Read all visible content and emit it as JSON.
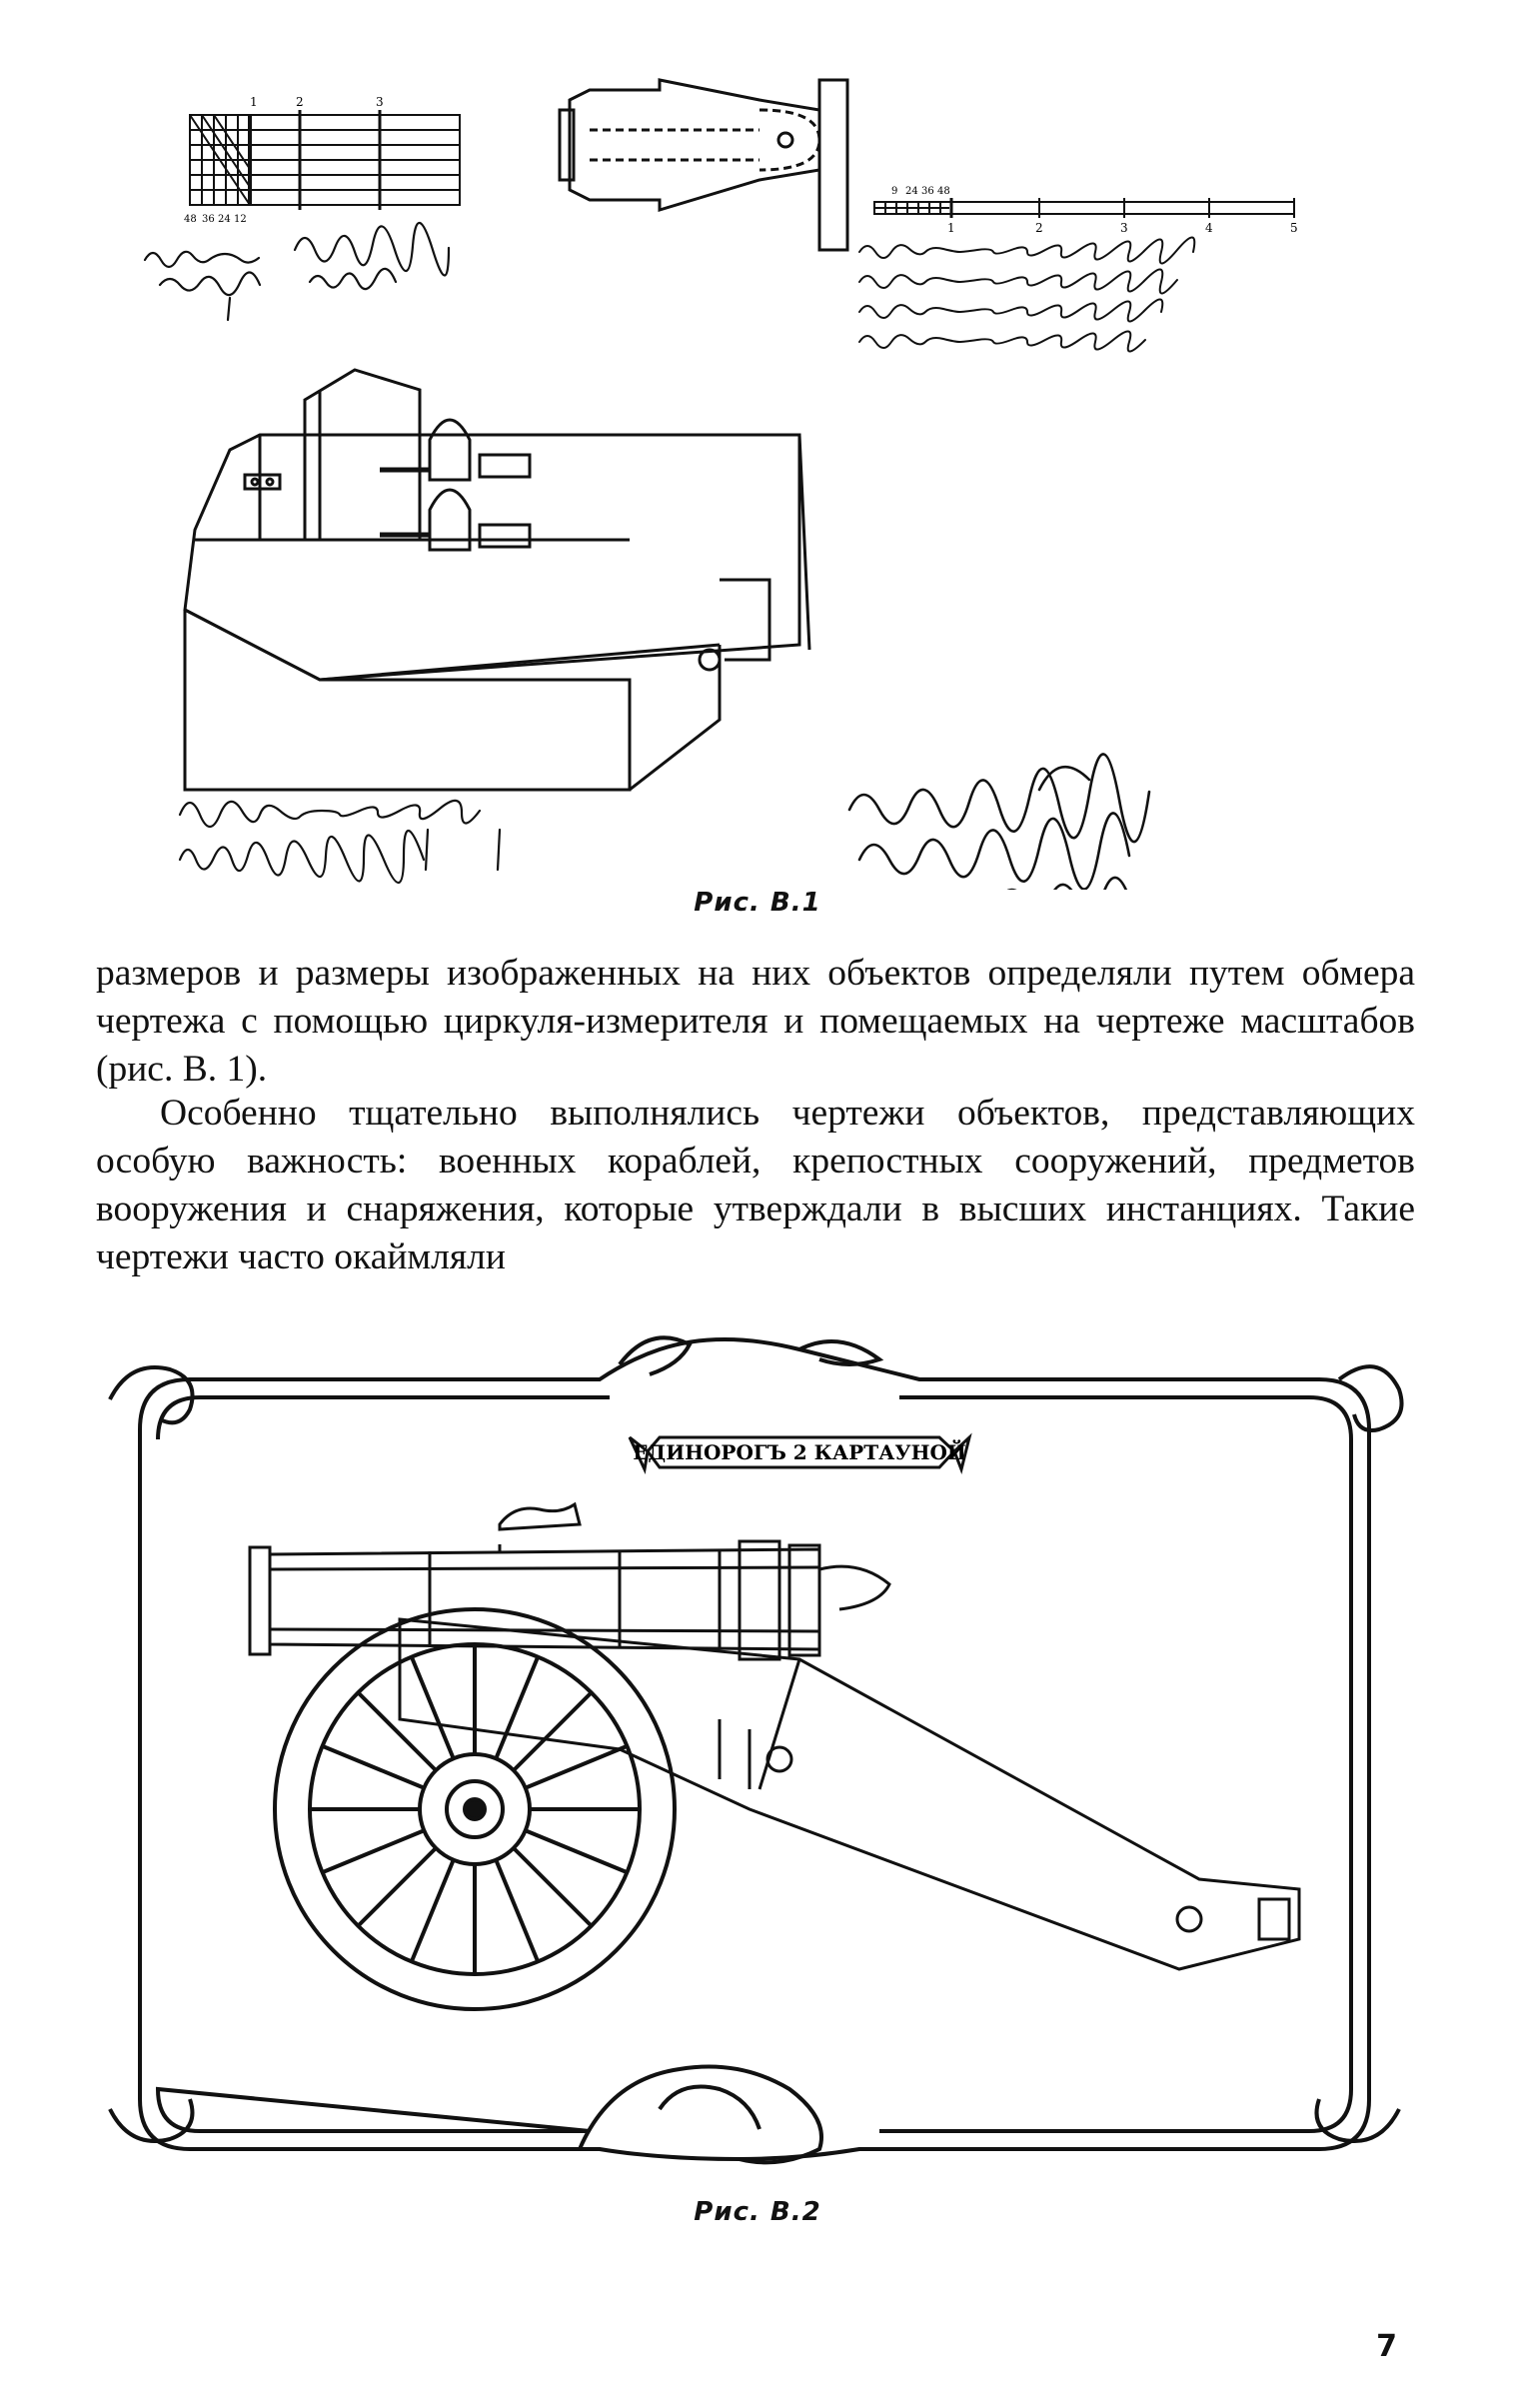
{
  "figure1": {
    "caption": "Рис. В.1",
    "scale_left_numbers": [
      "1",
      "2",
      "3"
    ],
    "scale_left_sub": [
      "48",
      "36",
      "24",
      "12"
    ],
    "scale_right_numbers": [
      "1",
      "2",
      "3",
      "4",
      "5"
    ],
    "scale_right_sub": [
      "9",
      "24",
      "36",
      "48"
    ]
  },
  "paragraphs": [
    "размеров и размеры изображенных на них объектов определяли путем обмера чертежа с помощью циркуля-измерителя и помещаемых на чертеже масштабов (рис. В. 1).",
    "Особенно тщательно выполнялись чертежи объектов, представляющих особую важность: военных кораблей, крепостных сооружений, предметов вооружения и снаряжения, которые утверждали в высших инстанциях. Такие чертежи часто окаймляли"
  ],
  "figure2": {
    "caption": "Рис. В.2",
    "banner": "ЕДИНОРОГЪ 2 КАРТАУНОЙ"
  },
  "page_number": "7",
  "colors": {
    "ink": "#111111",
    "paper": "#ffffff"
  }
}
